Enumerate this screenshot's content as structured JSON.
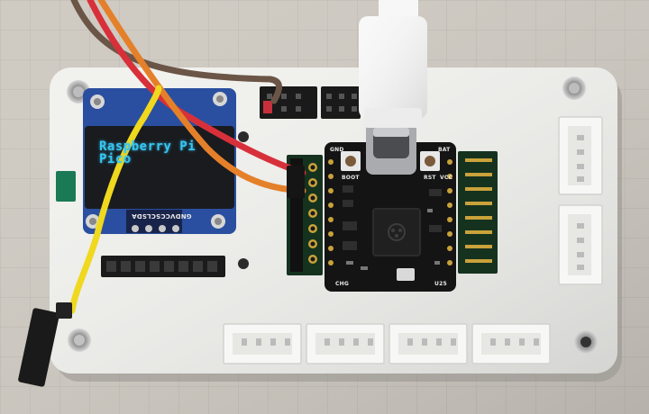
{
  "oled": {
    "line1": "Raspberry Pi",
    "line2": "Pico"
  },
  "oled_pins": {
    "label": "GNDVCCSCLSDA"
  },
  "board": {
    "label_gnd": "GND",
    "label_bat": "BAT",
    "label_boot": "BOOT",
    "label_rst": "RST",
    "label_vcc": "VCC",
    "label_chg": "CHG",
    "label_u25": "U25"
  },
  "colors": {
    "base_plate": "#f1f1ee",
    "pcb": "#141414",
    "oled_pcb": "#2a4fa0",
    "oled_text": "#37c6f2",
    "wire_brown": "#6b5546",
    "wire_red": "#d8303a",
    "wire_orange": "#e5802a",
    "wire_yellow": "#f0d81e"
  },
  "icons": {
    "usb": "usb-c-connector-icon",
    "chip": "raspberry-chip-icon"
  }
}
